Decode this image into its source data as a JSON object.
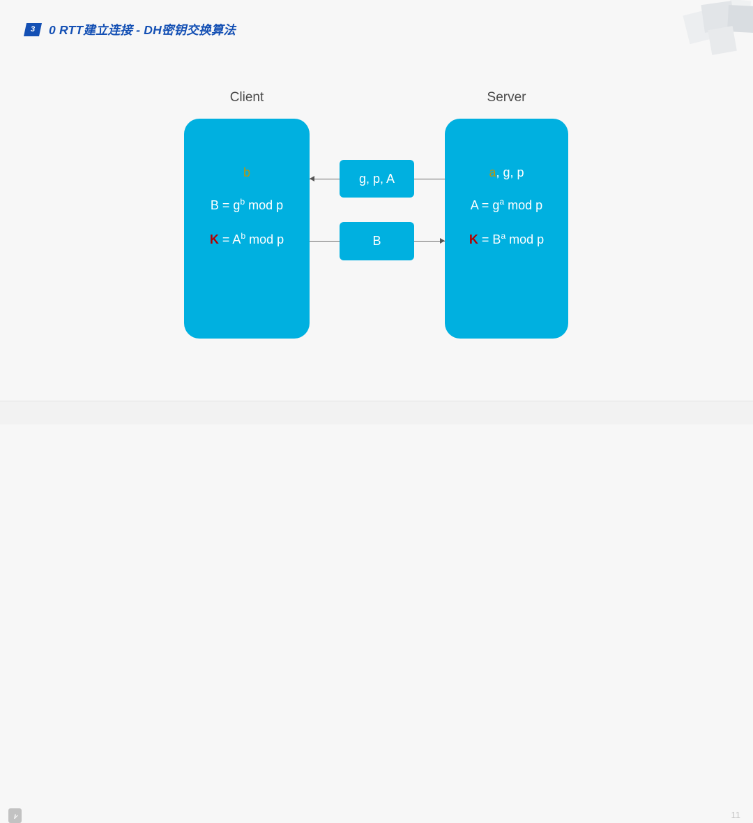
{
  "slide": {
    "badge_number": "3",
    "title": "0 RTT建立连接 - DH密钥交换算法",
    "accent_blue": "#1450b4",
    "box_cyan": "#00b0e0",
    "background": "#f7f7f7"
  },
  "diagram": {
    "client": {
      "label": "Client",
      "lines": [
        {
          "secret": "b",
          "rest": ""
        },
        {
          "prefix": "B = g",
          "exp": "b",
          "suffix": " mod p"
        },
        {
          "k": "K",
          "prefix": " = A",
          "exp": "b",
          "suffix": " mod p"
        }
      ]
    },
    "server": {
      "label": "Server",
      "lines": [
        {
          "secret": "a",
          "rest": ", g, p"
        },
        {
          "prefix": "A = g",
          "exp": "a",
          "suffix": " mod p"
        },
        {
          "k": "K",
          "prefix": " = B",
          "exp": "a",
          "suffix": " mod p"
        }
      ]
    },
    "messages": [
      {
        "label": "g, p, A",
        "direction": "server-to-client"
      },
      {
        "label": "B",
        "direction": "client-to-server"
      }
    ],
    "secret_color": "#b9960f",
    "key_color": "#b30000"
  },
  "footer": {
    "logo_glyph": "ı̷",
    "page_number": "11"
  }
}
